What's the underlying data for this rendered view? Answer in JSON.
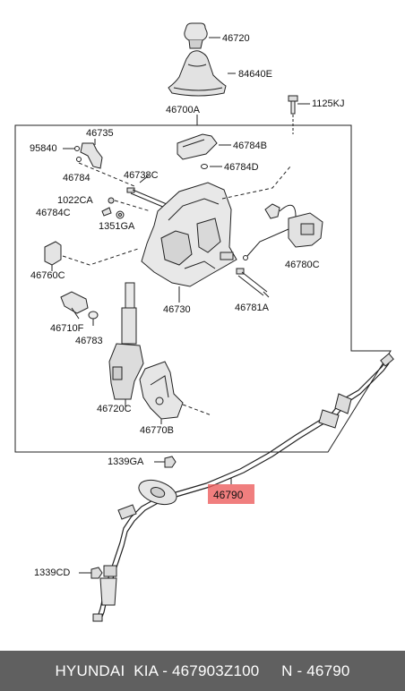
{
  "parts": {
    "p46720": "46720",
    "p84640E": "84640E",
    "p46700A": "46700A",
    "p1125KJ": "1125KJ",
    "p46735": "46735",
    "p95840": "95840",
    "p46784": "46784",
    "p46784B": "46784B",
    "p46784D": "46784D",
    "p46738C": "46738C",
    "p1022CA": "1022CA",
    "p46784C": "46784C",
    "p1351GA": "1351GA",
    "p46760C": "46760C",
    "p46780C": "46780C",
    "p46781A": "46781A",
    "p46730": "46730",
    "p46710F": "46710F",
    "p46783": "46783",
    "p46720C": "46720C",
    "p46770B": "46770B",
    "p1339GA": "1339GA",
    "p46790": "46790",
    "p1339CD": "1339CD"
  },
  "footer": {
    "text": "HYUNDAI  KIA - 467903Z100     N - 46790"
  },
  "colors": {
    "highlight": "#ec5a5a",
    "footer_bg": "#606060"
  }
}
